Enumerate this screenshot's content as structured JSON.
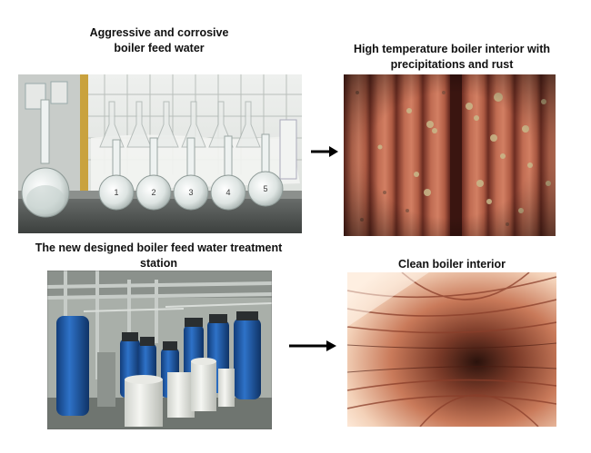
{
  "panels": {
    "top_left": {
      "caption_line1": "Aggressive and corrosive",
      "caption_line2": "boiler feed water"
    },
    "top_right": {
      "caption_line1": "High temperature boiler interior with",
      "caption_line2": "precipitations and rust"
    },
    "bottom_left": {
      "caption_line1": "The new designed boiler feed water treatment",
      "caption_line2": "station"
    },
    "bottom_right": {
      "caption_line1": "Clean boiler interior",
      "caption_line2": ""
    }
  },
  "flask_labels": [
    "1",
    "2",
    "3",
    "4",
    "5"
  ],
  "colors": {
    "rust": "#b8634a",
    "rust_dark": "#7a3326",
    "tank_blue": "#1e5aa8",
    "glow": "#f6d3b6",
    "arrow": "#000000"
  }
}
